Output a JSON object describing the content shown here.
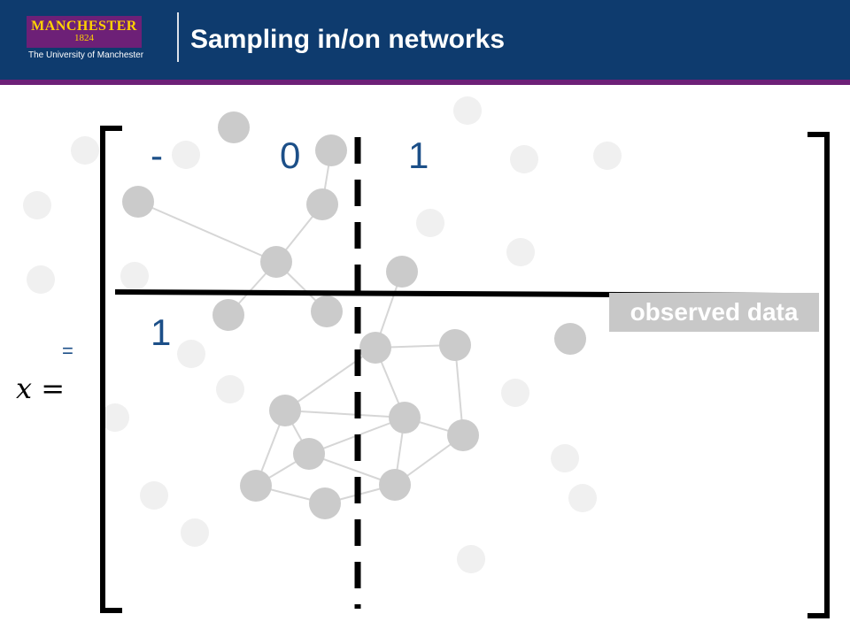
{
  "header": {
    "title": "Sampling in/on networks",
    "logo_name": "MANCHESTER",
    "logo_year": "1824",
    "logo_subtitle": "The University of Manchester"
  },
  "matrix": {
    "column_labels": [
      "-",
      "0",
      "1"
    ],
    "row_label": "1",
    "equals_small": "=",
    "lhs": "x ="
  },
  "annotation": {
    "observed_label": "observed data"
  },
  "colors": {
    "header_bg": "#0e3b6e",
    "stripe": "#6d2077",
    "logo_text": "#ffd200",
    "label_blue": "#1c4f88",
    "node_gray": "#cbcbcb",
    "node_faint": "#f0f0f0",
    "edge_gray": "#d6d6d6"
  }
}
